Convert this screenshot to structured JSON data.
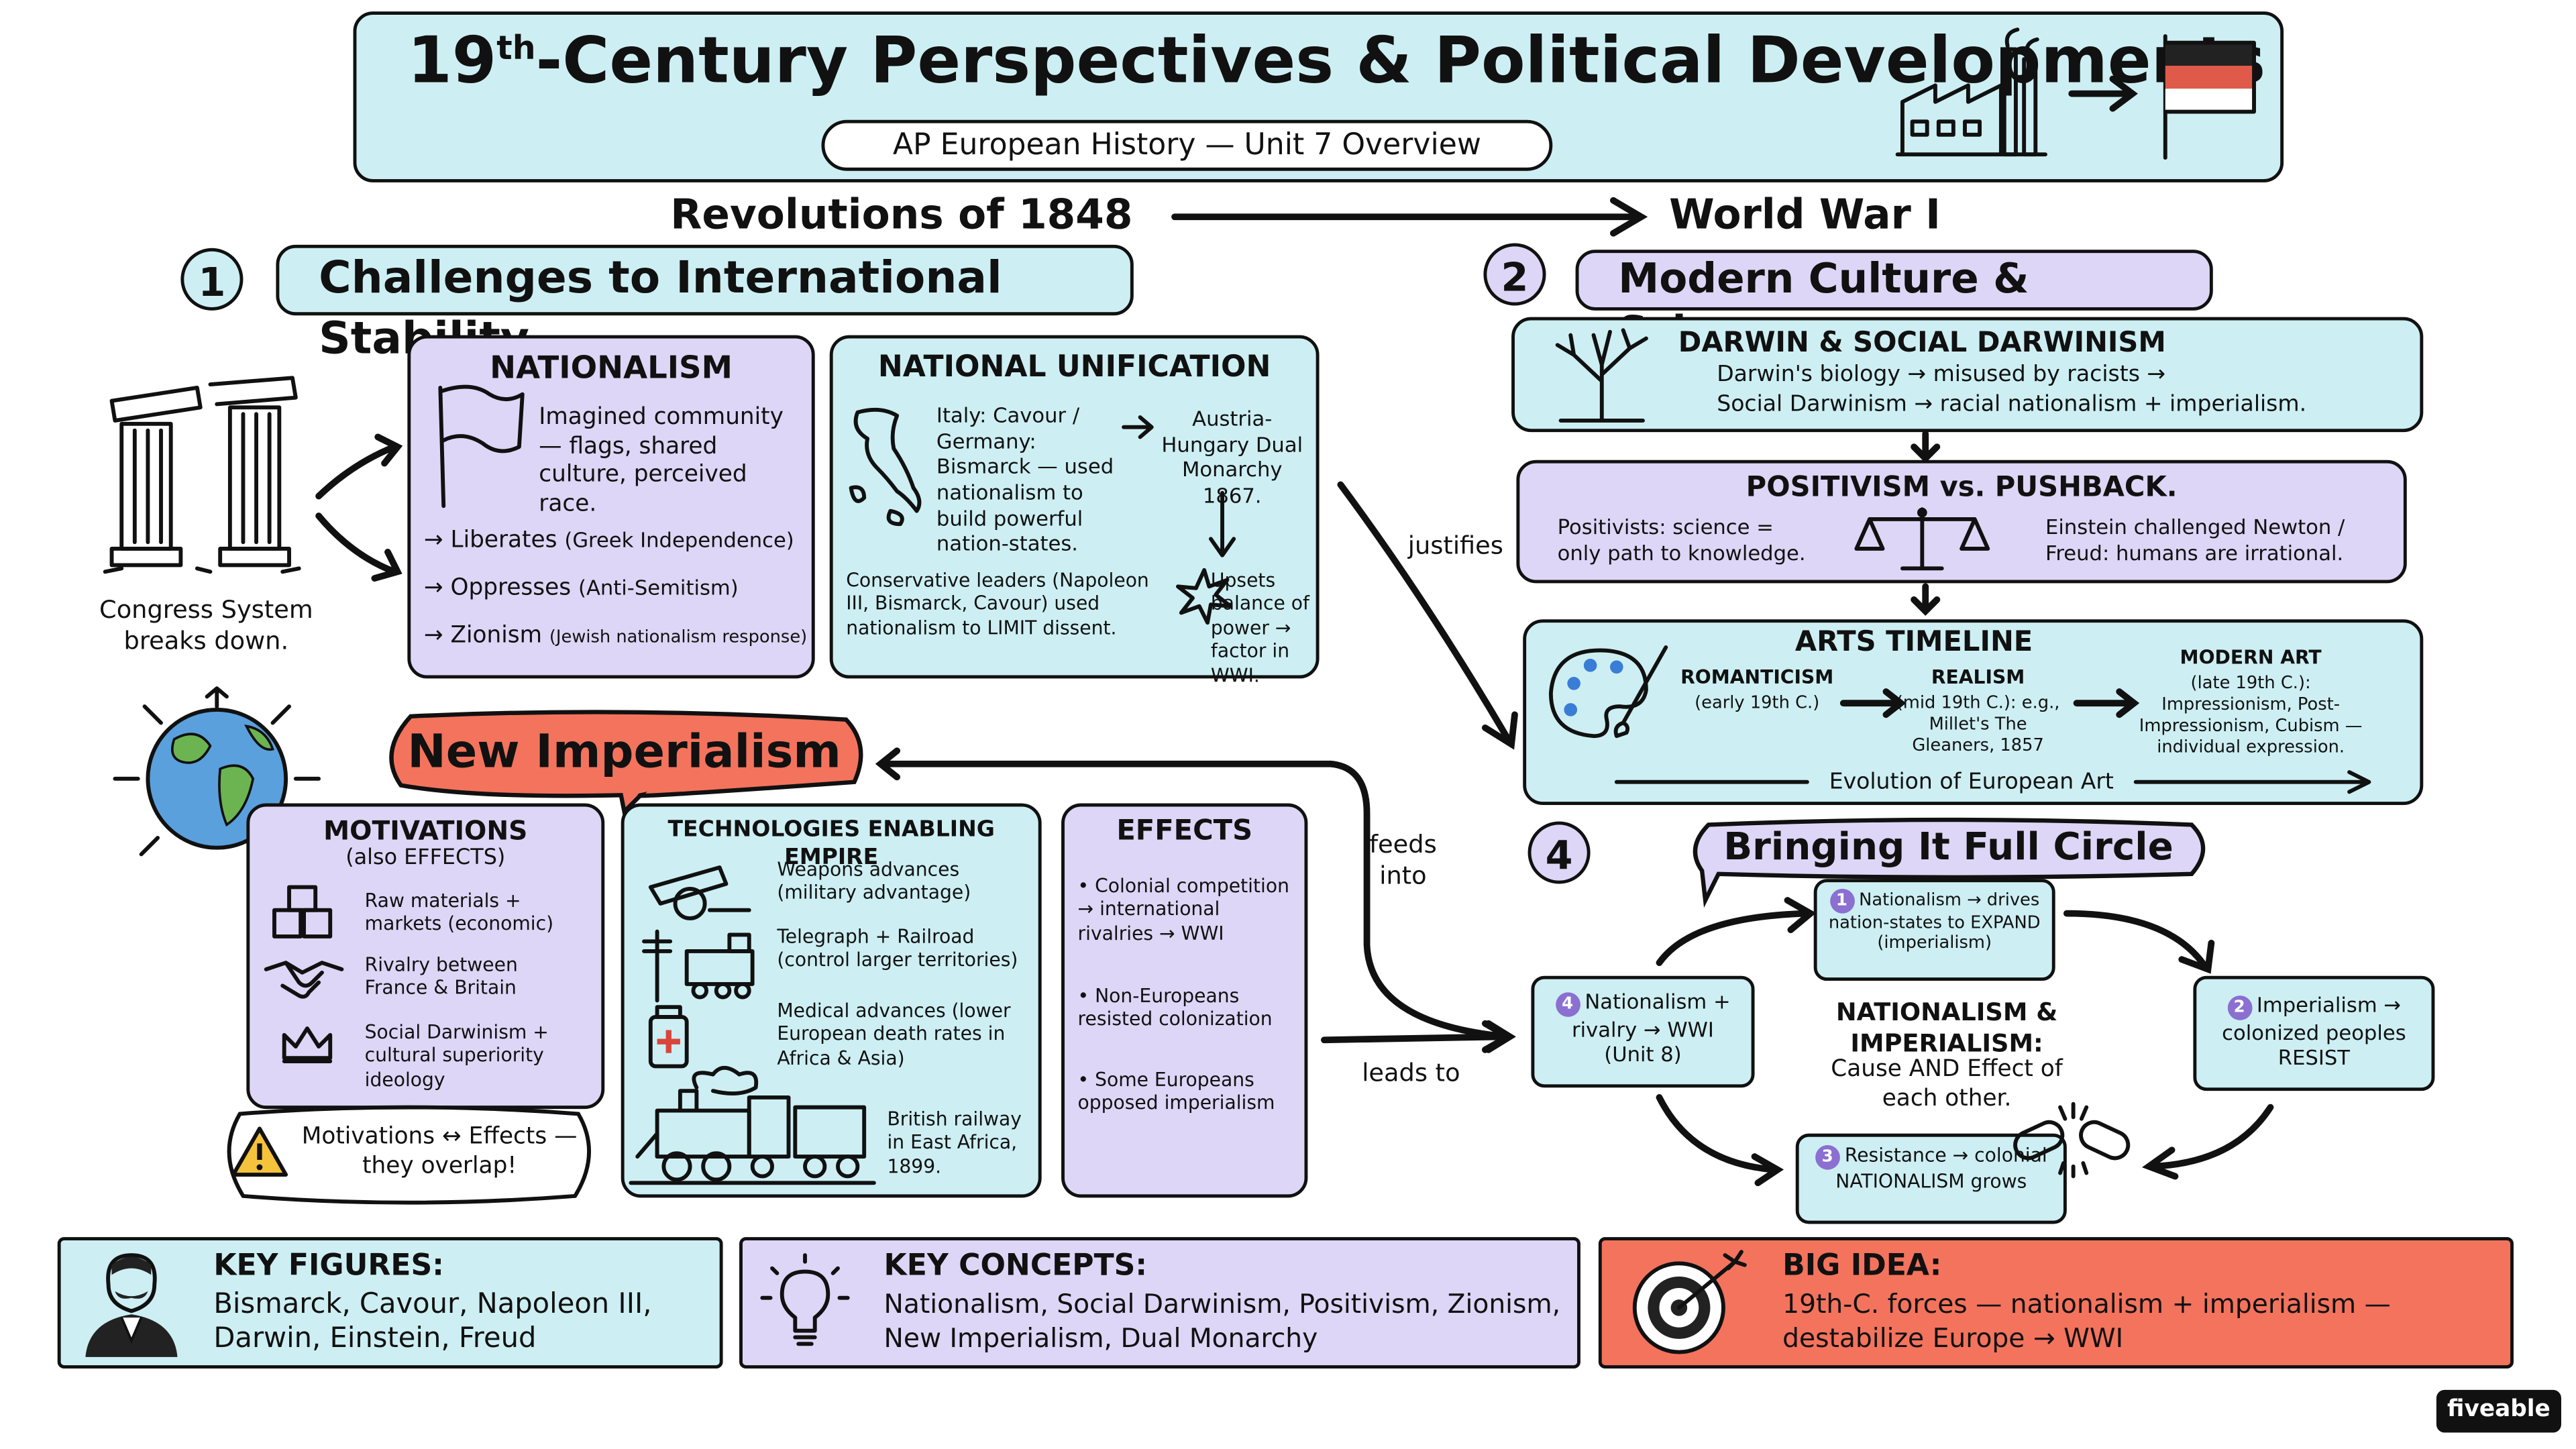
{
  "header": {
    "title_prefix": "19",
    "title_sup": "th",
    "title_rest": "-Century Perspectives & Political Developments",
    "subtitle": "AP European History — Unit 7 Overview",
    "timeline_start": "Revolutions of 1848",
    "timeline_end": "World War I"
  },
  "section1": {
    "number": "1",
    "title": "Challenges to International Stability",
    "congress": "Congress System breaks down.",
    "nationalism": {
      "heading": "NATIONALISM",
      "desc": "Imagined community — flags, shared culture, perceived race.",
      "items": [
        {
          "main": "→ Liberates",
          "note": "(Greek Independence)"
        },
        {
          "main": "→ Oppresses",
          "note": "(Anti-Semitism)"
        },
        {
          "main": "→ Zionism",
          "note": "(Jewish nationalism response)"
        }
      ]
    },
    "unification": {
      "heading": "NATIONAL UNIFICATION",
      "italy_germany": "Italy: Cavour / Germany: Bismarck — used nationalism to build powerful nation-states.",
      "austria": "Austria-Hungary Dual Monarchy 1867.",
      "conservative": "Conservative leaders (Napoleon III, Bismarck, Cavour) used nationalism to LIMIT dissent.",
      "upsets": "Upsets balance of power → factor in WWI."
    }
  },
  "section2": {
    "number": "2",
    "title": "Modern Culture & Science",
    "darwin": {
      "heading": "DARWIN & SOCIAL DARWINISM",
      "line1": "Darwin's biology → misused by racists →",
      "line2": "Social Darwinism → racial nationalism + imperialism."
    },
    "positivism": {
      "heading": "POSITIVISM vs. PUSHBACK.",
      "left": "Positivists: science = only path to knowledge.",
      "right": "Einstein challenged Newton / Freud: humans are irrational."
    },
    "arts": {
      "heading": "ARTS TIMELINE",
      "romanticism": "ROMANTICISM",
      "romanticism_note": "(early 19th C.)",
      "realism": "REALISM",
      "realism_note": "(mid 19th C.): e.g., Millet's The Gleaners, 1857",
      "modern": "MODERN ART",
      "modern_note": "(late 19th C.): Impressionism, Post-Impressionism, Cubism — individual expression.",
      "evolution": "Evolution of European Art"
    }
  },
  "connectors": {
    "justifies": "justifies",
    "feeds_into": "feeds into",
    "leads_to": "leads to"
  },
  "section3": {
    "title": "New Imperialism",
    "motivations": {
      "heading": "MOTIVATIONS",
      "subheading": "(also EFFECTS)",
      "items": [
        "Raw materials + markets (economic)",
        "Rivalry between France & Britain",
        "Social Darwinism + cultural superiority ideology"
      ],
      "overlap": "Motivations ↔ Effects — they overlap!"
    },
    "technologies": {
      "heading": "TECHNOLOGIES ENABLING EMPIRE",
      "items": [
        "Weapons advances (military advantage)",
        "Telegraph + Railroad (control larger territories)",
        "Medical advances (lower European death rates in Africa & Asia)",
        "British railway in East Africa, 1899."
      ]
    },
    "effects": {
      "heading": "EFFECTS",
      "items": [
        "• Colonial competition → international rivalries → WWI",
        "• Non-Europeans resisted colonization",
        "• Some Europeans opposed imperialism"
      ]
    }
  },
  "section4": {
    "number": "4",
    "title": "Bringing It Full Circle",
    "center": "NATIONALISM & IMPERIALISM:",
    "center_sub": "Cause AND Effect of each other.",
    "cycle": [
      {
        "num": "1",
        "text": "Nationalism → drives nation-states to EXPAND (imperialism)"
      },
      {
        "num": "2",
        "text": "Imperialism → colonized peoples RESIST"
      },
      {
        "num": "3",
        "text": "Resistance → colonial NATIONALISM grows"
      },
      {
        "num": "4",
        "text": "Nationalism + rivalry → WWI (Unit 8)"
      }
    ]
  },
  "footer": {
    "figures_label": "KEY FIGURES:",
    "figures_1": "Bismarck, Cavour, Napoleon III,",
    "figures_2": "Darwin, Einstein, Freud",
    "concepts_label": "KEY CONCEPTS:",
    "concepts_1": "Nationalism, Social Darwinism, Positivism, Zionism,",
    "concepts_2": "New Imperialism, Dual Monarchy",
    "idea_label": "BIG IDEA:",
    "idea_1": "19th-C. forces — nationalism + imperialism —",
    "idea_2": "destabilize Europe → WWI"
  },
  "watermark": "fiveable",
  "colors": {
    "cyan": "#cdeff3",
    "lavender": "#ddd6f6",
    "red": "#f4735d",
    "badge_purple": "#8b6fd1"
  }
}
